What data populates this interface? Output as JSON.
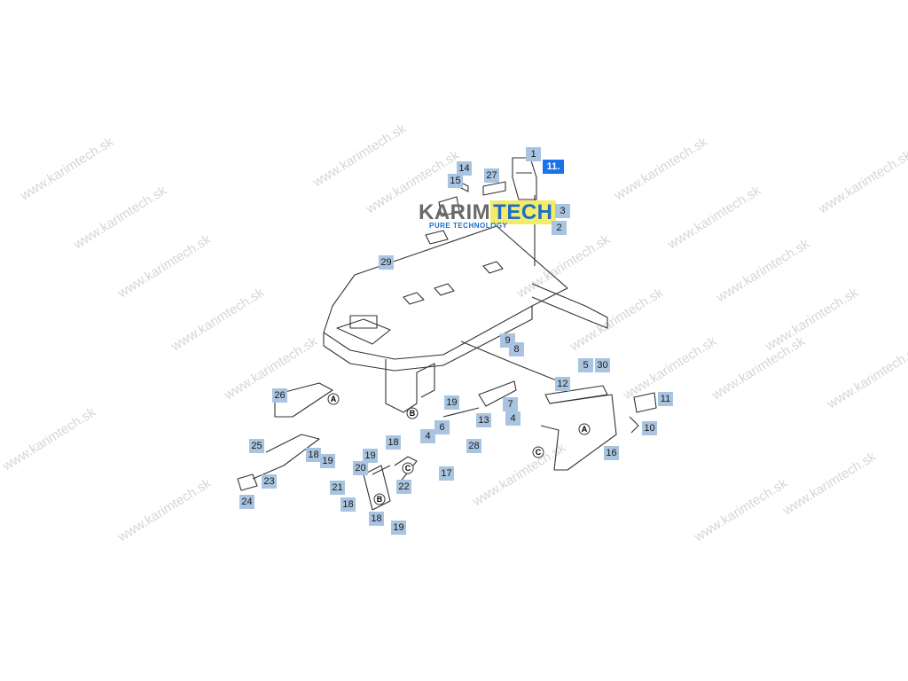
{
  "watermark": {
    "text": "www.karimtech.sk"
  },
  "logo": {
    "brand_part1": "KARIM",
    "brand_part2": "TECH",
    "tagline": "PURE TECHNOLOGY"
  },
  "section_label": "11.",
  "part_numbers": [
    "1",
    "2",
    "3",
    "14",
    "15",
    "27",
    "29",
    "9",
    "8",
    "5",
    "30",
    "12",
    "11",
    "10",
    "16",
    "7",
    "4",
    "13",
    "19",
    "6",
    "4",
    "28",
    "26",
    "25",
    "18",
    "19",
    "23",
    "24",
    "19",
    "18",
    "20",
    "17",
    "21",
    "22",
    "18",
    "18",
    "19"
  ],
  "connector_letters": [
    "A",
    "B",
    "C",
    "A",
    "C",
    "B"
  ]
}
